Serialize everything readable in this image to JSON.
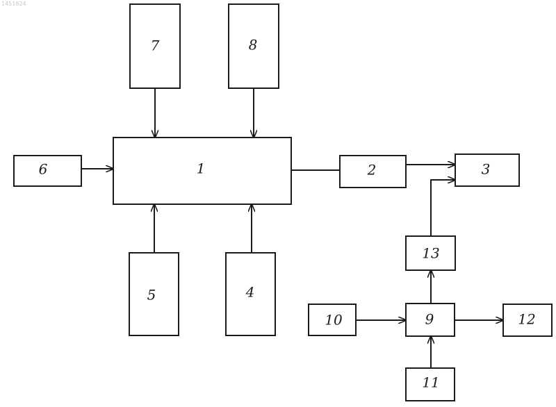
{
  "diagram": {
    "watermark": "1451824",
    "blocks": {
      "b1": "1",
      "b2": "2",
      "b3": "3",
      "b4": "4",
      "b5": "5",
      "b6": "6",
      "b7": "7",
      "b8": "8",
      "b9": "9",
      "b10": "10",
      "b11": "11",
      "b12": "12",
      "b13": "13"
    },
    "connections": [
      {
        "from": "7",
        "to": "1"
      },
      {
        "from": "8",
        "to": "1"
      },
      {
        "from": "6",
        "to": "1"
      },
      {
        "from": "5",
        "to": "1"
      },
      {
        "from": "4",
        "to": "1"
      },
      {
        "from": "1",
        "to": "2"
      },
      {
        "from": "2",
        "to": "3"
      },
      {
        "from": "13",
        "to": "3"
      },
      {
        "from": "9",
        "to": "13"
      },
      {
        "from": "10",
        "to": "9"
      },
      {
        "from": "11",
        "to": "9"
      },
      {
        "from": "9",
        "to": "12"
      }
    ]
  }
}
